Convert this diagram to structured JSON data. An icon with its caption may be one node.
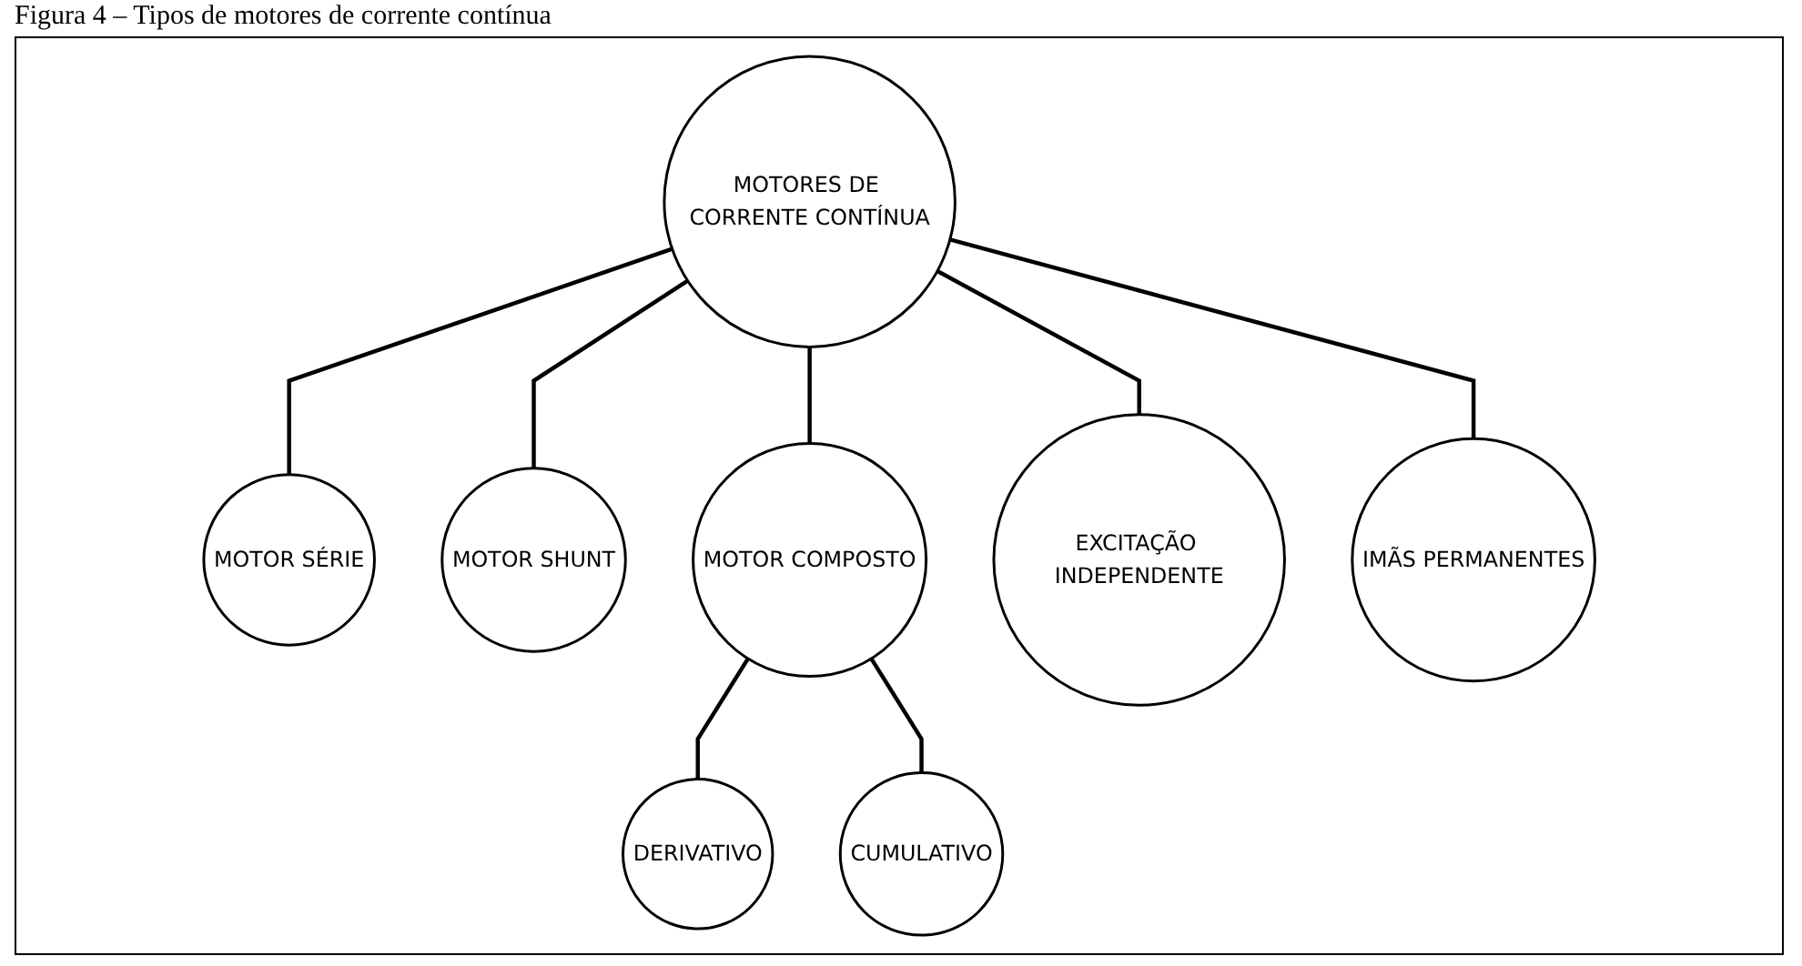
{
  "diagram": {
    "title": "Figura 4 – Tipos de motores de corrente contínua",
    "nodes": [
      {
        "text": [
          "MOTORES DE CORRENTE CONTÍNUA"
        ]
      },
      {
        "text": [
          "MOTOR SÉRIE"
        ]
      },
      {
        "text": [
          "MOTOR SHUNT"
        ]
      },
      {
        "text": [
          "MOTOR COMPOSTO"
        ]
      },
      {
        "text": [
          "EXCITAÇÃO INDEPENDENTE"
        ]
      },
      {
        "text": [
          "IMÃS PERMANENTES"
        ]
      },
      {
        "text": [
          "DERIVATIVO"
        ]
      },
      {
        "text": [
          "CUMULATIVO"
        ]
      }
    ],
    "edges": [
      {
        "from": 0,
        "to": 1,
        "arrow": "none"
      },
      {
        "from": 0,
        "to": 2,
        "arrow": "none"
      },
      {
        "from": 0,
        "to": 3,
        "arrow": "none"
      },
      {
        "from": 0,
        "to": 4,
        "arrow": "none"
      },
      {
        "from": 0,
        "to": 5,
        "arrow": "none"
      },
      {
        "from": 3,
        "to": 6,
        "arrow": "none"
      },
      {
        "from": 3,
        "to": 7,
        "arrow": "none"
      }
    ]
  }
}
